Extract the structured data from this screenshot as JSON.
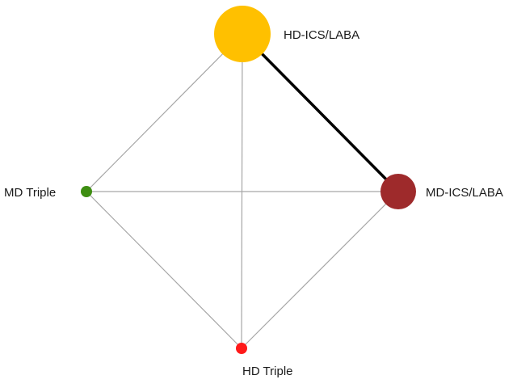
{
  "nodes": [
    {
      "id": "hd-ics-laba",
      "label": "HD-ICS/LABA",
      "color": "#FFC000"
    },
    {
      "id": "md-ics-laba",
      "label": "MD-ICS/LABA",
      "color": "#9E2A2B"
    },
    {
      "id": "md-triple",
      "label": "MD Triple",
      "color": "#3E8E12"
    },
    {
      "id": "hd-triple",
      "label": "HD Triple",
      "color": "#FF1A1A"
    }
  ],
  "edges": [
    {
      "from": "hd-ics-laba",
      "to": "md-ics-laba",
      "emphasis": "thick",
      "color": "#000000"
    },
    {
      "from": "hd-ics-laba",
      "to": "md-triple",
      "emphasis": "thin",
      "color": "#A6A6A6"
    },
    {
      "from": "hd-ics-laba",
      "to": "hd-triple",
      "emphasis": "thin",
      "color": "#A6A6A6"
    },
    {
      "from": "md-triple",
      "to": "md-ics-laba",
      "emphasis": "thin",
      "color": "#A6A6A6"
    },
    {
      "from": "md-triple",
      "to": "hd-triple",
      "emphasis": "thin",
      "color": "#A6A6A6"
    },
    {
      "from": "md-ics-laba",
      "to": "hd-triple",
      "emphasis": "thin",
      "color": "#A6A6A6"
    }
  ]
}
